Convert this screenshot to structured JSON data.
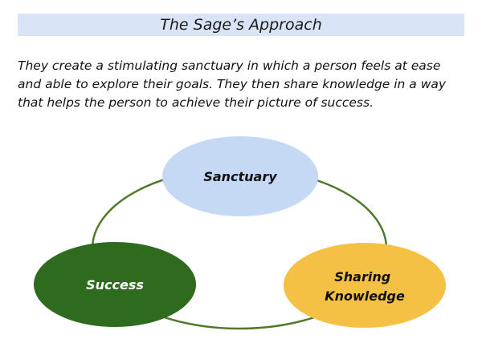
{
  "title": "The Sage’s Approach",
  "intro_lines": [
    "They create a stimulating sanctuary in which a person feels at ease",
    "and able to explore their goals. They then share knowledge in a way",
    "that helps the person to achieve their picture of success."
  ],
  "nodes": {
    "sanctuary": {
      "lines": [
        "Sanctuary"
      ],
      "fill": "#c5d9f5",
      "text_color": "#111111"
    },
    "success": {
      "lines": [
        "Success"
      ],
      "fill": "#2e6b1f",
      "text_color": "#ffffff"
    },
    "sharing": {
      "lines": [
        "Sharing",
        "Knowledge"
      ],
      "fill": "#f4c144",
      "text_color": "#111111"
    }
  },
  "colors": {
    "connector": "#4f7a2a",
    "title_bar": "#d9e5f7"
  }
}
